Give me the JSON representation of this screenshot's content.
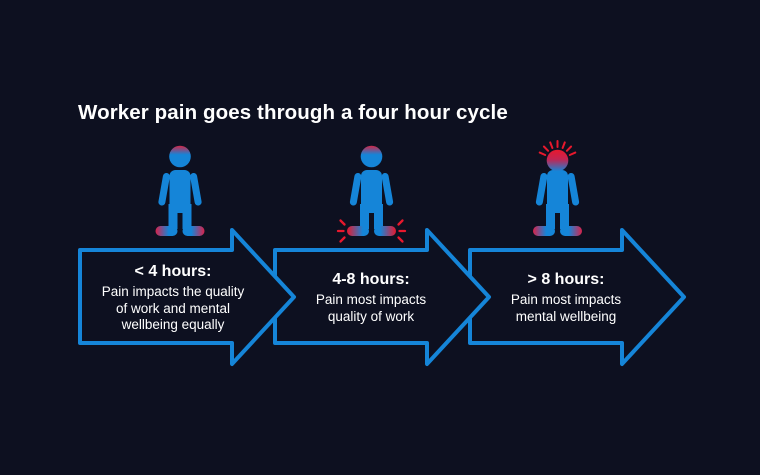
{
  "title": "Worker pain goes through a four hour cycle",
  "colors": {
    "background": "#0d1020",
    "accent_blue": "#1585d8",
    "pain_red": "#e8182d",
    "foot_red": "#d8224a",
    "text_white": "#ffffff"
  },
  "stages": [
    {
      "heading": "< 4 hours:",
      "description": "Pain impacts the quality of work and mental wellbeing equally",
      "description_lines": [
        "Pain impacts the quality",
        "of work and mental",
        "wellbeing equally"
      ],
      "icon": "person-mild-pain-icon"
    },
    {
      "heading": "4-8 hours:",
      "description": "Pain most impacts quality of work",
      "description_lines": [
        "Pain most impacts",
        "quality of work"
      ],
      "icon": "person-foot-pain-icon"
    },
    {
      "heading": "> 8 hours:",
      "description": "Pain most impacts mental wellbeing",
      "description_lines": [
        "Pain most impacts",
        "mental wellbeing"
      ],
      "icon": "person-head-pain-icon"
    }
  ]
}
